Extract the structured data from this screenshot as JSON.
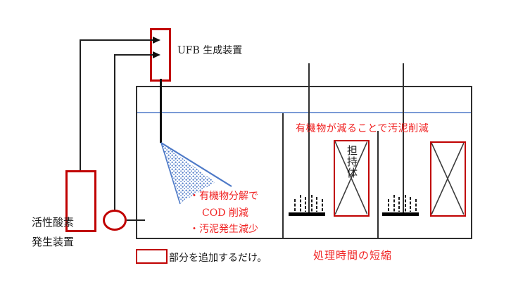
{
  "labels": {
    "ufb_device": "UFB 生成装置",
    "oxygen_device_line1": "活性酸素",
    "oxygen_device_line2": "発生装置",
    "benefit_bullet_1": "・有機物分解で",
    "benefit_bullet_2": "COD 削減",
    "benefit_bullet_3": "・汚泥発生減少",
    "sludge_reduction_note": "有機物が減ることで汚泥削減",
    "carrier": "担持体",
    "treatment_time_note": "処理時間の短縮",
    "legend_note": "部分を追加するだけ。"
  },
  "colors": {
    "added_part_red": "#c00000",
    "annotation_red": "#f02020",
    "water_line_blue": "#7a9ad6",
    "bubble_spray_blue": "#4d79c7",
    "line_black": "#1f1f1f"
  }
}
